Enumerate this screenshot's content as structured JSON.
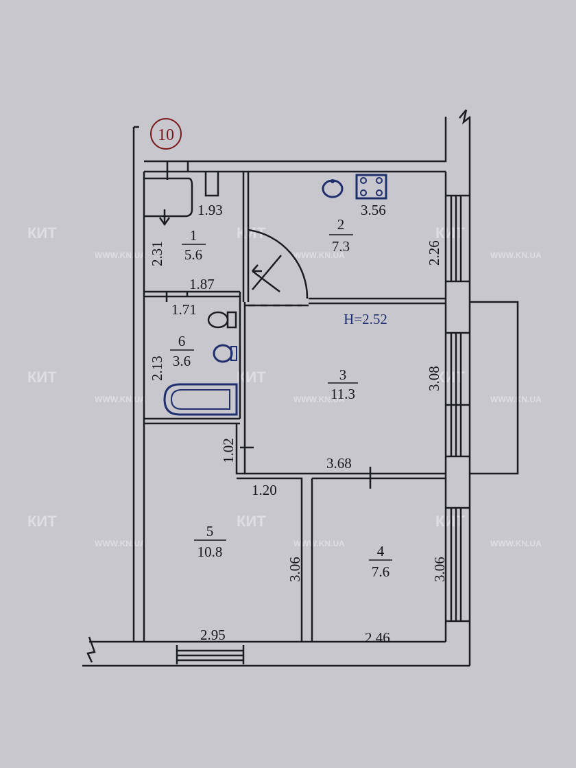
{
  "plan": {
    "apartment_number": "10",
    "ceiling_height": "H=2.52",
    "rooms": [
      {
        "number": "1",
        "area": "5.6"
      },
      {
        "number": "2",
        "area": "7.3"
      },
      {
        "number": "3",
        "area": "11.3"
      },
      {
        "number": "4",
        "area": "7.6"
      },
      {
        "number": "5",
        "area": "10.8"
      },
      {
        "number": "6",
        "area": "3.6"
      }
    ],
    "dimensions": [
      "1.93",
      "2.31",
      "1.87",
      "3.56",
      "2.26",
      "1.71",
      "2.13",
      "3.08",
      "1.02",
      "3.68",
      "1.20",
      "3.06",
      "3.06",
      "2.95",
      "2.46"
    ]
  },
  "watermark": {
    "brand": "КИТ",
    "url": "WWW.KN.UA"
  },
  "colors": {
    "background": "#c8c7ce",
    "lines": "#1b1b22",
    "fixtures": "#1f2f6e",
    "apartment_badge": "#7a1a1a"
  }
}
